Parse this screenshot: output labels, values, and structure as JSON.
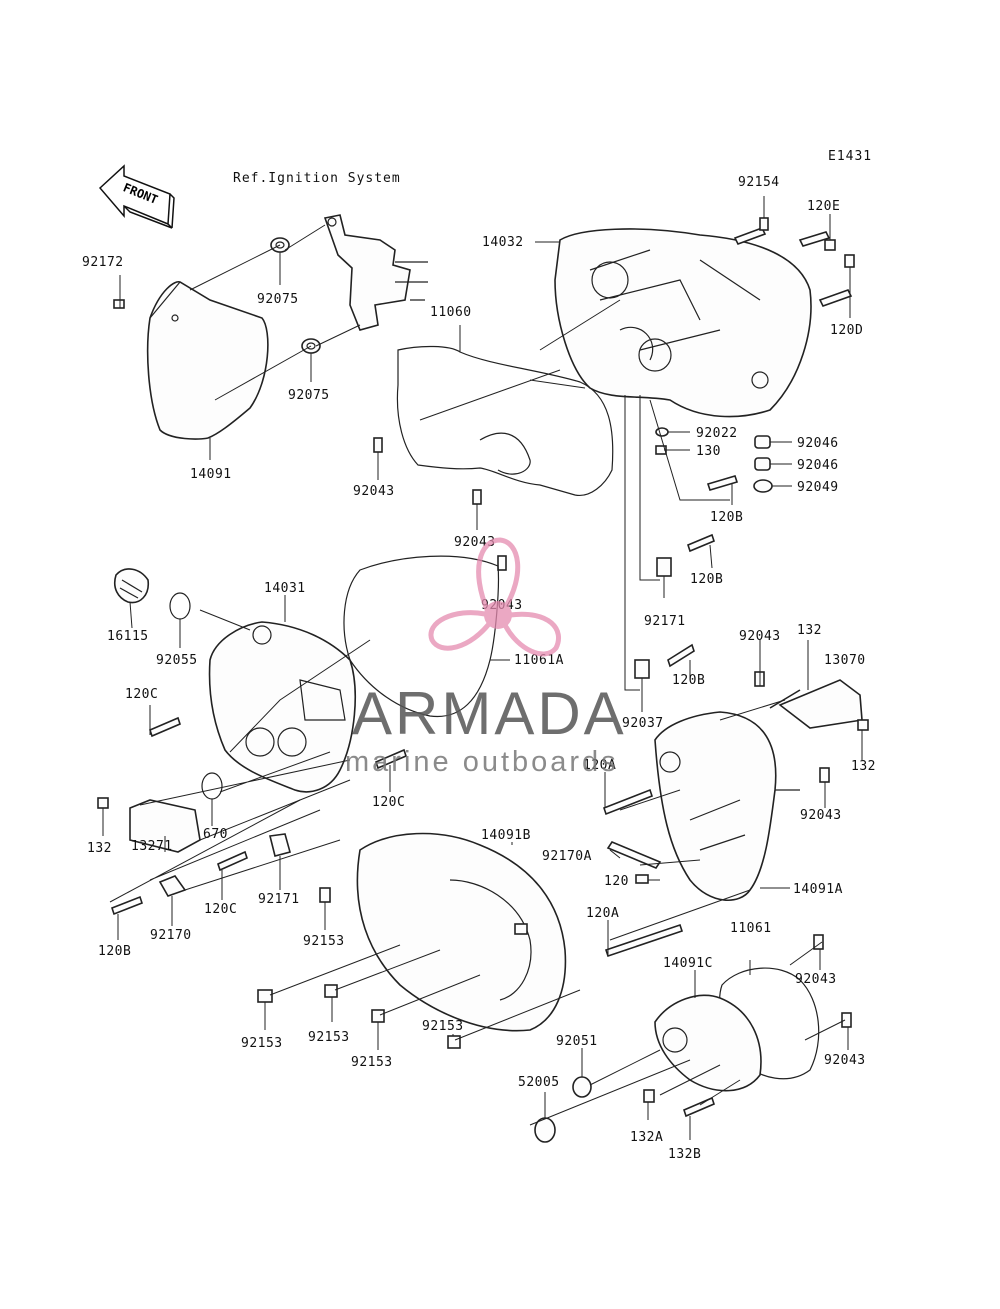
{
  "diagram": {
    "code": "E1431",
    "ref_note": "Ref.Ignition System",
    "front_label": "FRONT",
    "watermark": {
      "brand": "ARMADA",
      "tagline": "marine outboards"
    },
    "labels": [
      "92172",
      "92075",
      "92075",
      "14091",
      "11060",
      "92043",
      "92043",
      "14032",
      "92154",
      "120E",
      "120D",
      "92022",
      "130",
      "92046",
      "92046",
      "92049",
      "120B",
      "120B",
      "92171",
      "92043",
      "16115",
      "92055",
      "14031",
      "11061A",
      "120C",
      "120C",
      "92037",
      "120B",
      "92043",
      "132",
      "13070",
      "132",
      "92043",
      "132",
      "13271",
      "670",
      "120A",
      "14091B",
      "92170A",
      "120",
      "14091A",
      "120B",
      "92170",
      "120C",
      "92171",
      "92153",
      "120A",
      "11061",
      "92043",
      "14091C",
      "92153",
      "92153",
      "92153",
      "92153",
      "92051",
      "92043",
      "52005",
      "132A",
      "132B"
    ]
  }
}
